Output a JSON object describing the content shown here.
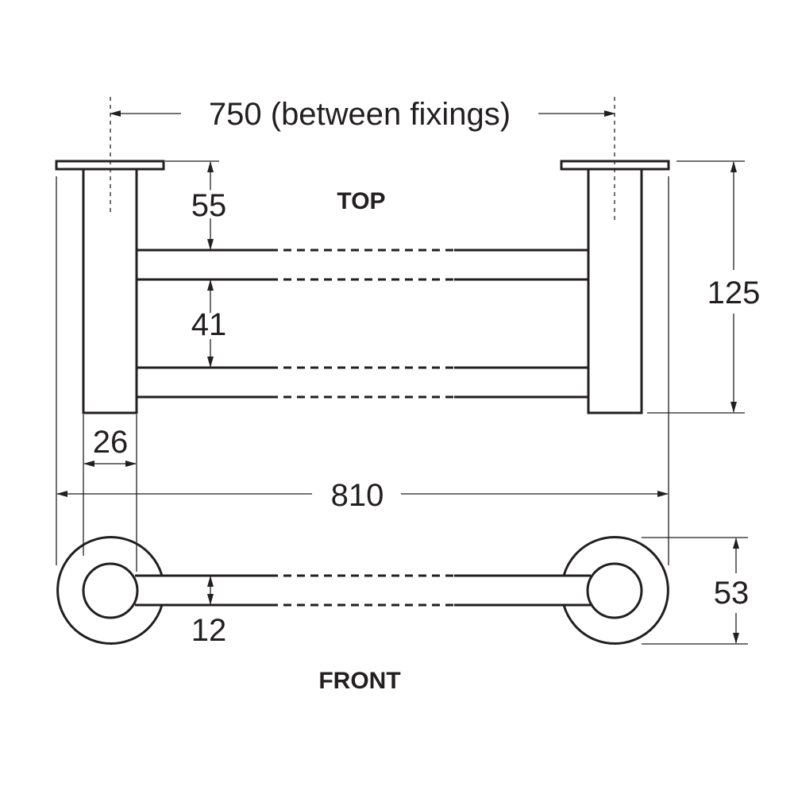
{
  "dimensions": {
    "between_fixings": "750 (between fixings)",
    "flange_to_rail": "55",
    "rail_spacing": "41",
    "overall_depth": "125",
    "post_width": "26",
    "overall_width": "810",
    "rail_diameter": "12",
    "flange_diameter": "53"
  },
  "views": {
    "top": "TOP",
    "front": "FRONT"
  },
  "colors": {
    "line": "#231f20",
    "background": "#ffffff"
  }
}
